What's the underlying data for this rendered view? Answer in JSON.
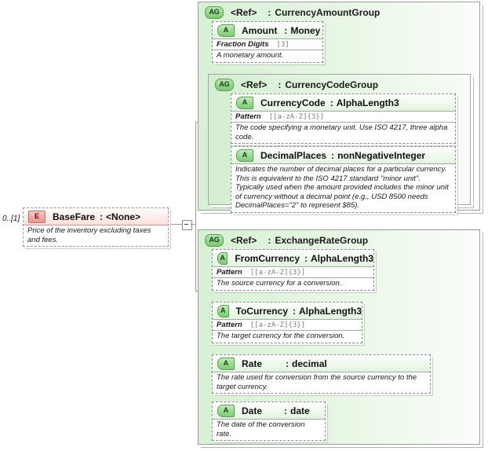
{
  "diagram": {
    "title": "BaseFare XSD structure",
    "colors": {
      "group_fill": "#d7f0d4",
      "element_fill": "#fbe0de",
      "badge_green": "#8fd487",
      "badge_red": "#eb9894",
      "line": "#9a9a9a"
    }
  },
  "root_element": {
    "cardinality": "0..[1]",
    "badge": "E",
    "badge_icon": "element-icon",
    "name": "BaseFare",
    "separator": ":",
    "type": "<None>",
    "documentation": "Price of the inventory excluding taxes and fees."
  },
  "groups": [
    {
      "badge": "AG",
      "badge_icon": "attribute-group-icon",
      "ref": "<Ref>",
      "separator": ":",
      "name": "CurrencyAmountGroup",
      "nodes": [
        {
          "badge": "A",
          "badge_icon": "attribute-icon",
          "name": "Amount",
          "separator": ":",
          "type": "Money",
          "facets": [
            {
              "label": "Fraction Digits",
              "value": "[3]"
            }
          ],
          "documentation": "A monetary amount."
        }
      ],
      "subgroups": [
        {
          "badge": "AG",
          "badge_icon": "attribute-group-icon",
          "ref": "<Ref>",
          "separator": ":",
          "name": "CurrencyCodeGroup",
          "nodes": [
            {
              "badge": "A",
              "badge_icon": "attribute-icon",
              "name": "CurrencyCode",
              "separator": ":",
              "type": "AlphaLength3",
              "facets": [
                {
                  "label": "Pattern",
                  "value": "[[a-zA-Z]{3}]"
                }
              ],
              "documentation": "The code specifying a monetary unit. Use ISO 4217, three alpha code."
            },
            {
              "badge": "A",
              "badge_icon": "attribute-icon",
              "name": "DecimalPlaces",
              "separator": ":",
              "type": "nonNegativeInteger",
              "facets": [],
              "documentation": "Indicates the number of decimal places for a particular currency. This is equivalent to the ISO 4217 standard \"minor unit\". Typically used when the amount provided includes the minor unit of currency without a decimal point (e.g., USD 8500 needs DecimalPlaces=\"2\" to represent $85)."
            }
          ]
        }
      ]
    },
    {
      "badge": "AG",
      "badge_icon": "attribute-group-icon",
      "ref": "<Ref>",
      "separator": ":",
      "name": "ExchangeRateGroup",
      "nodes": [
        {
          "badge": "A",
          "badge_icon": "attribute-icon",
          "name": "FromCurrency",
          "separator": ":",
          "type": "AlphaLength3",
          "facets": [
            {
              "label": "Pattern",
              "value": "[[a-zA-Z]{3}]"
            }
          ],
          "documentation": "The source currency for a conversion."
        },
        {
          "badge": "A",
          "badge_icon": "attribute-icon",
          "name": "ToCurrency",
          "separator": ":",
          "type": "AlphaLength3",
          "facets": [
            {
              "label": "Pattern",
              "value": "[[a-zA-Z]{3}]"
            }
          ],
          "documentation": "The target currency for the conversion."
        },
        {
          "badge": "A",
          "badge_icon": "attribute-icon",
          "name": "Rate",
          "separator": ":",
          "type": "decimal",
          "facets": [],
          "documentation": "The rate used for conversion from the source currency to the target currency."
        },
        {
          "badge": "A",
          "badge_icon": "attribute-icon",
          "name": "Date",
          "separator": ":",
          "type": "date",
          "facets": [],
          "documentation": "The date of the conversion rate."
        }
      ]
    }
  ]
}
